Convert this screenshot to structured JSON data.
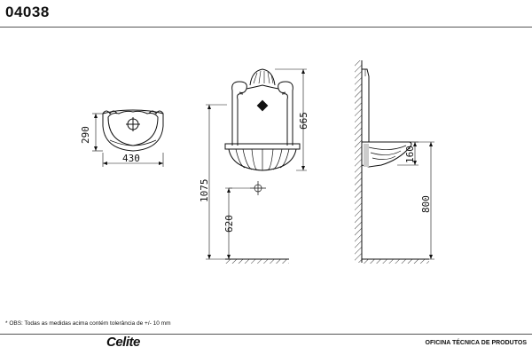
{
  "header": {
    "product_code": "04038"
  },
  "footer": {
    "note": "* OBS: Todas as medidas acima contém tolerância de +/- 10 mm",
    "brand": "Celite",
    "department": "OFICINA TÉCNICA DE PRODUTOS"
  },
  "dimensions": {
    "top_depth": "290",
    "top_width": "430",
    "front_total_height": "1075",
    "front_wall_height": "665",
    "front_drain_height": "620",
    "side_basin_height": "160",
    "side_mount_height": "800"
  },
  "colors": {
    "line": "#111111",
    "rule": "#555555"
  }
}
